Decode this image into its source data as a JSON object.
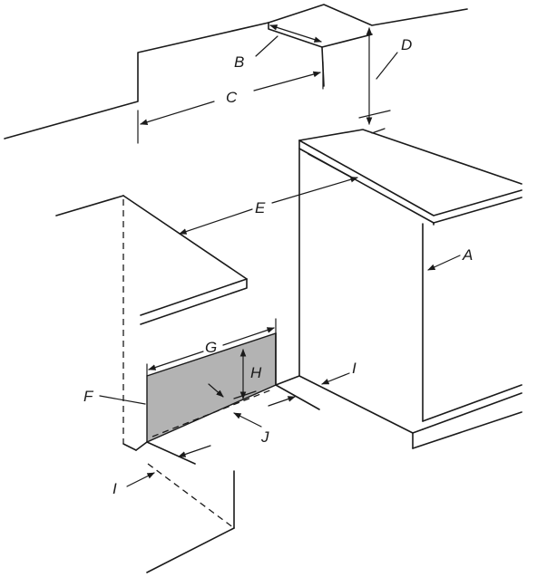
{
  "labels": {
    "A": "A",
    "B": "B",
    "C": "C",
    "D": "D",
    "E": "E",
    "F": "F",
    "G": "G",
    "H": "H",
    "I_right": "I",
    "I_left": "I",
    "J": "J"
  },
  "colors": {
    "line": "#1a1a1a",
    "shaded_panel": "#b3b3b3",
    "background": "#ffffff"
  }
}
